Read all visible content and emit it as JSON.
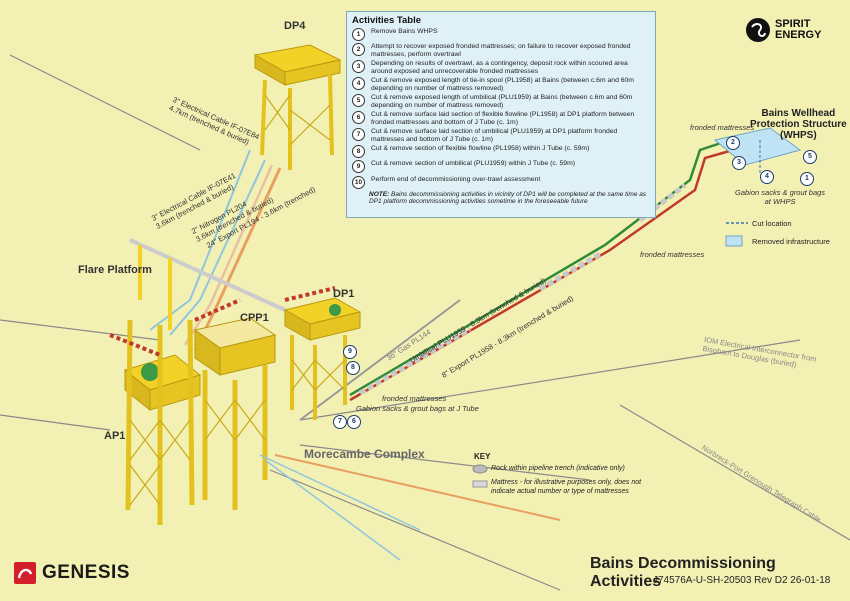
{
  "activities": {
    "title": "Activities Table",
    "items": [
      {
        "num": "1",
        "text": "Remove Bains WHPS"
      },
      {
        "num": "2",
        "text": "Attempt to recover exposed fronded mattresses; on failure to recover exposed fronded mattresses, perform overtrawl"
      },
      {
        "num": "3",
        "text": "Depending on results of overtrawl, as a contingency, deposit rock within scoured area around exposed and unrecoverable fronded mattresses"
      },
      {
        "num": "4",
        "text": "Cut & remove exposed length of tie-in spool (PL1958) at Bains (between c.6m and 60m depending on number of mattress removed)"
      },
      {
        "num": "5",
        "text": "Cut & remove exposed length of umbilical (PLU1959) at Bains (between c.6m and 60m depending on number of mattress removed)"
      },
      {
        "num": "6",
        "text": "Cut & remove surface laid section of flexible flowline (PL1958) at DP1 platform between fronded mattresses and bottom of J Tube (c. 1m)"
      },
      {
        "num": "7",
        "text": "Cut & remove surface laid section of umbilical (PLU1959) at DP1 platform fronded mattresses and bottom of J Tube (c. 1m)"
      },
      {
        "num": "8",
        "text": "Cut & remove section of flexible flowline (PL1958) within J Tube (c. 59m)"
      },
      {
        "num": "9",
        "text": "Cut & remove section of umbilical (PLU1959) within J Tube (c. 59m)"
      },
      {
        "num": "10",
        "text": "Perform end of decommissioning over-trawl assessment"
      }
    ],
    "note_label": "NOTE:",
    "note": "Bains decommissioning activities in vicinity of DP1 will be completed at the same time as DP1 platform decommissioning activities sometime in the foreseeable future"
  },
  "platforms": {
    "dp4": "DP4",
    "flare": "Flare Platform",
    "cpp1": "CPP1",
    "dp1": "DP1",
    "ap1": "AP1",
    "complex": "Morecambe Complex"
  },
  "pipelines": {
    "elec1": "3\" Electrical Cable IF-07E84",
    "elec1b": "4.7km (trenched & buried)",
    "elec2": "3\" Electrical Cable IF-07E41",
    "elec2b": "3.6km (trenched & buried)",
    "nitrogen": "2\" Nitrogen PL204",
    "nitrogenb": "3.6km (trenched & buried)",
    "export24": "24\" Export PL194 - 3.6km (trenched)",
    "gas36": "36\" Gas PL144",
    "umbilical": "Umbilical PLU1959 - 8.3km (trenched & buried)",
    "export8": "8\" Export PL1958 - 8.3km (trenched & buried)",
    "iom1": "IOM Electrical Interconnector from",
    "iom2": "Bispham to Douglas (buried)",
    "norbreck": "Norbreck-Port Grenough Telegraph Cable"
  },
  "annotations": {
    "fronded_top": "fronded mattresses",
    "fronded_mid": "fronded mattresses",
    "fronded_low": "fronded mattresses",
    "gabion_jtube": "Gabion sacks & grout bags at J Tube",
    "gabion_whps1": "Gabion sacks & grout bags",
    "gabion_whps2": "at WHPS",
    "whps_title1": "Bains Wellhead",
    "whps_title2": "Protection Structure",
    "whps_title3": "(WHPS)",
    "cut_location": "Cut location",
    "removed_infra": "Removed infrastructure"
  },
  "key": {
    "title": "KEY",
    "rock": "Rock within pipeline trench (indicative only)",
    "mattress1": "Mattress - for illustrative purposes only, does not",
    "mattress2": "indicate actual number or type of mattresses"
  },
  "footer": {
    "title": "Bains Decommissioning Activities",
    "ref": "J74576A-U-SH-20503 Rev D2  26-01-18",
    "genesis": "GENESIS",
    "spirit1": "SPIRIT",
    "spirit2": "ENERGY"
  },
  "markers": {
    "whps": [
      "1",
      "2",
      "3",
      "4",
      "5"
    ],
    "dp1": [
      "6",
      "7",
      "8",
      "9"
    ]
  },
  "colors": {
    "background": "#f3f0b4",
    "platform_yellow": "#f2d227",
    "umbilical_green": "#2e8b3a",
    "export_red": "#c0392b",
    "cable_blue": "#8ec6e0",
    "export24_orange": "#e8a060",
    "removed_blue": "#bfe3f4"
  }
}
